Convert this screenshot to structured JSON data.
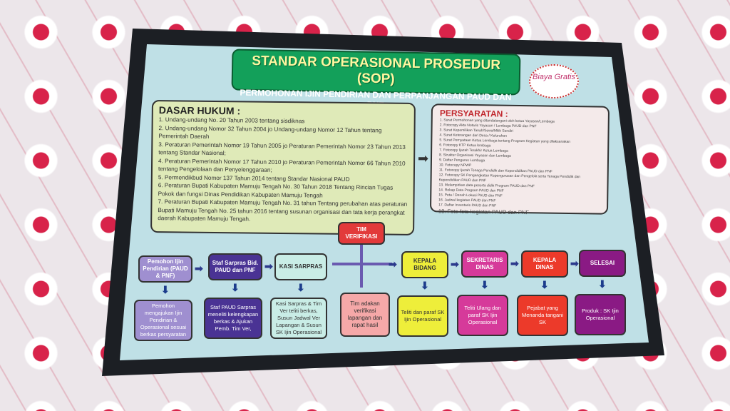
{
  "title": "STANDAR OPERASIONAL PROSEDUR (SOP)",
  "subtitle": "PERMOHONAN IJIN PENDIRIAN DAN PERPANJANGAN PAUD DAN PNF",
  "badge": "Biaya Gratis",
  "dasar_hukum": {
    "heading": "DASAR HUKUM :",
    "items": [
      "1. Undang-undang No. 20 Tahun 2003 tentang sisdiknas",
      "2. Undang-undang Nomor 32 Tahun 2004 jo Undang-undang Nomor 12 Tahun tentang Pemerintah Daerah",
      "3. Peraturan Pemerintah Nomor 19 Tahun 2005 jo Peraturan Pemerintah Nomor 23 Tahun 2013 tentang Standar Nasional;",
      "4. Peraturan Pemerintah Nomor 17 Tahun 2010 jo Peraturan Pemerintah Nomor 66 Tahun 2010 tentang Pengelolaan dan Penyelenggaraan;",
      "5. Permendikbud Nomor 137 Tahun 2014 tentang Standar Nasional PAUD",
      "6. Peraturan Bupati Kabupaten Mamuju Tengah No. 30 Tahun 2018 Tentang Rincian Tugas Pokok dan fungsi Dinas Pendidikan Kabupaten Mamuju Tengah",
      "7. Peraturan Bupati Kabupaten Mamuju Tengah No. 31 tahun Tentang perubahan atas peraturan Bupati Mamuju Tengah No. 25 tahun 2016 tentang susunan organisasi dan tata kerja perangkat daerah Kabupaten Mamuju Tengah."
    ]
  },
  "persyaratan": {
    "heading": "PERSYARATAN :",
    "items": [
      "1. Surat Permohonan yang ditandatangani oleh ketua Yayasan/Lembaga",
      "2. Fotocopy Akta Notaris Yayasan / Lembaga PAUD dan PNF",
      "3. Surat Kepemilikan Tanah/Sewa/Milik Sendiri",
      "4. Surat Keterangan dari Desa / Kelurahan",
      "5. Surat Pernyataan Ketua Lembaga tentang Program Kegiatan yang dilaksanakan",
      "6. Fotocopy KTP Ketua lembaga",
      "7. Fotocopy Ijazah Terakhir Ketua Lembaga",
      "8. Struktur Organisasi Yayasan dan Lembaga",
      "9. Daftar Pengurus Lembaga",
      "10. Fotocopy NPWP",
      "11. Fotocopy Ijazah Tenaga Pendidik dan Kependidikan PAUD dan PNF",
      "12. Fotocopy SK Pengangkatan Kepengurusan dan Pengelola serta Tenaga Pendidik dan Kependidikan PAUD dan PNF",
      "13. Melampirkan data peserta didik Program PAUD dan PNF",
      "14. Rekap Data Program PAUD dan PNF",
      "15. Peta / Denah Lokasi PAUD dan PNF",
      "16. Jadwal kegiatan PAUD dan PNF",
      "17. Daftar Inventaris PAUD dan PNF",
      "18. Foto-foto kegiatan PAUD dan PNF"
    ]
  },
  "flow": {
    "tim": "TIM VERIFIKASI",
    "tim_desc": "Tim adakan verifikasi lapangan dan rapat hasil",
    "steps": [
      {
        "label": "Pemohon Ijin Pendirian (PAUD & PNF)",
        "desc": "Pemohon mengajukan Ijin Pendirian & Operasional sesuai berkas persyaratan",
        "color": "#9f8fd0"
      },
      {
        "label": "Staf Sarpras Bid. PAUD dan PNF",
        "desc": "Staf PAUD Sarpras meneliti kelengkapan berkas & Ajukan Pemb. Tim Ver,",
        "color": "#4a3394"
      },
      {
        "label": "KASI SARPRAS",
        "desc": "Kasi Sarpras & Tim Ver teliti berkas, Susun Jadwal Ver Lapangan & Susun SK Ijin Operasional",
        "color": "#c9ede6"
      },
      {
        "label": "KEPALA BIDANG",
        "desc": "Teliti dan paraf SK Ijin Operasional",
        "color": "#eeee3a"
      },
      {
        "label": "SEKRETARIS DINAS",
        "desc": "Teliti Ulang dan paraf SK Ijin Operasional",
        "color": "#d63a9a"
      },
      {
        "label": "KEPALA DINAS",
        "desc": "Pejabat yang Menanda tangani SK",
        "color": "#ec3a2a"
      },
      {
        "label": "SELESAI",
        "desc": "Produk : SK Ijin Operasional",
        "color": "#8a1a84"
      }
    ]
  }
}
